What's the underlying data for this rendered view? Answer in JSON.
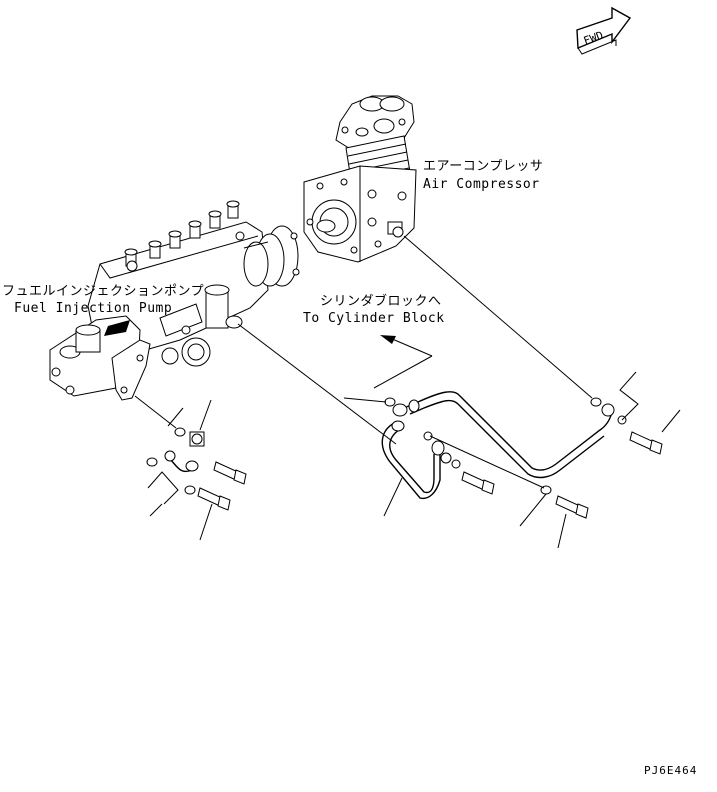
{
  "fwd_label": "FWD",
  "labels": {
    "air_compressor_jp": "エアーコンプレッサ",
    "air_compressor_en": "Air Compressor",
    "fuel_pump_jp": "フュエルインジェクションポンプ",
    "fuel_pump_en": "Fuel Injection Pump",
    "cylinder_block_jp": "シリンダブロックへ",
    "cylinder_block_en": "To Cylinder Block"
  },
  "drawing_code": "PJ6E464"
}
